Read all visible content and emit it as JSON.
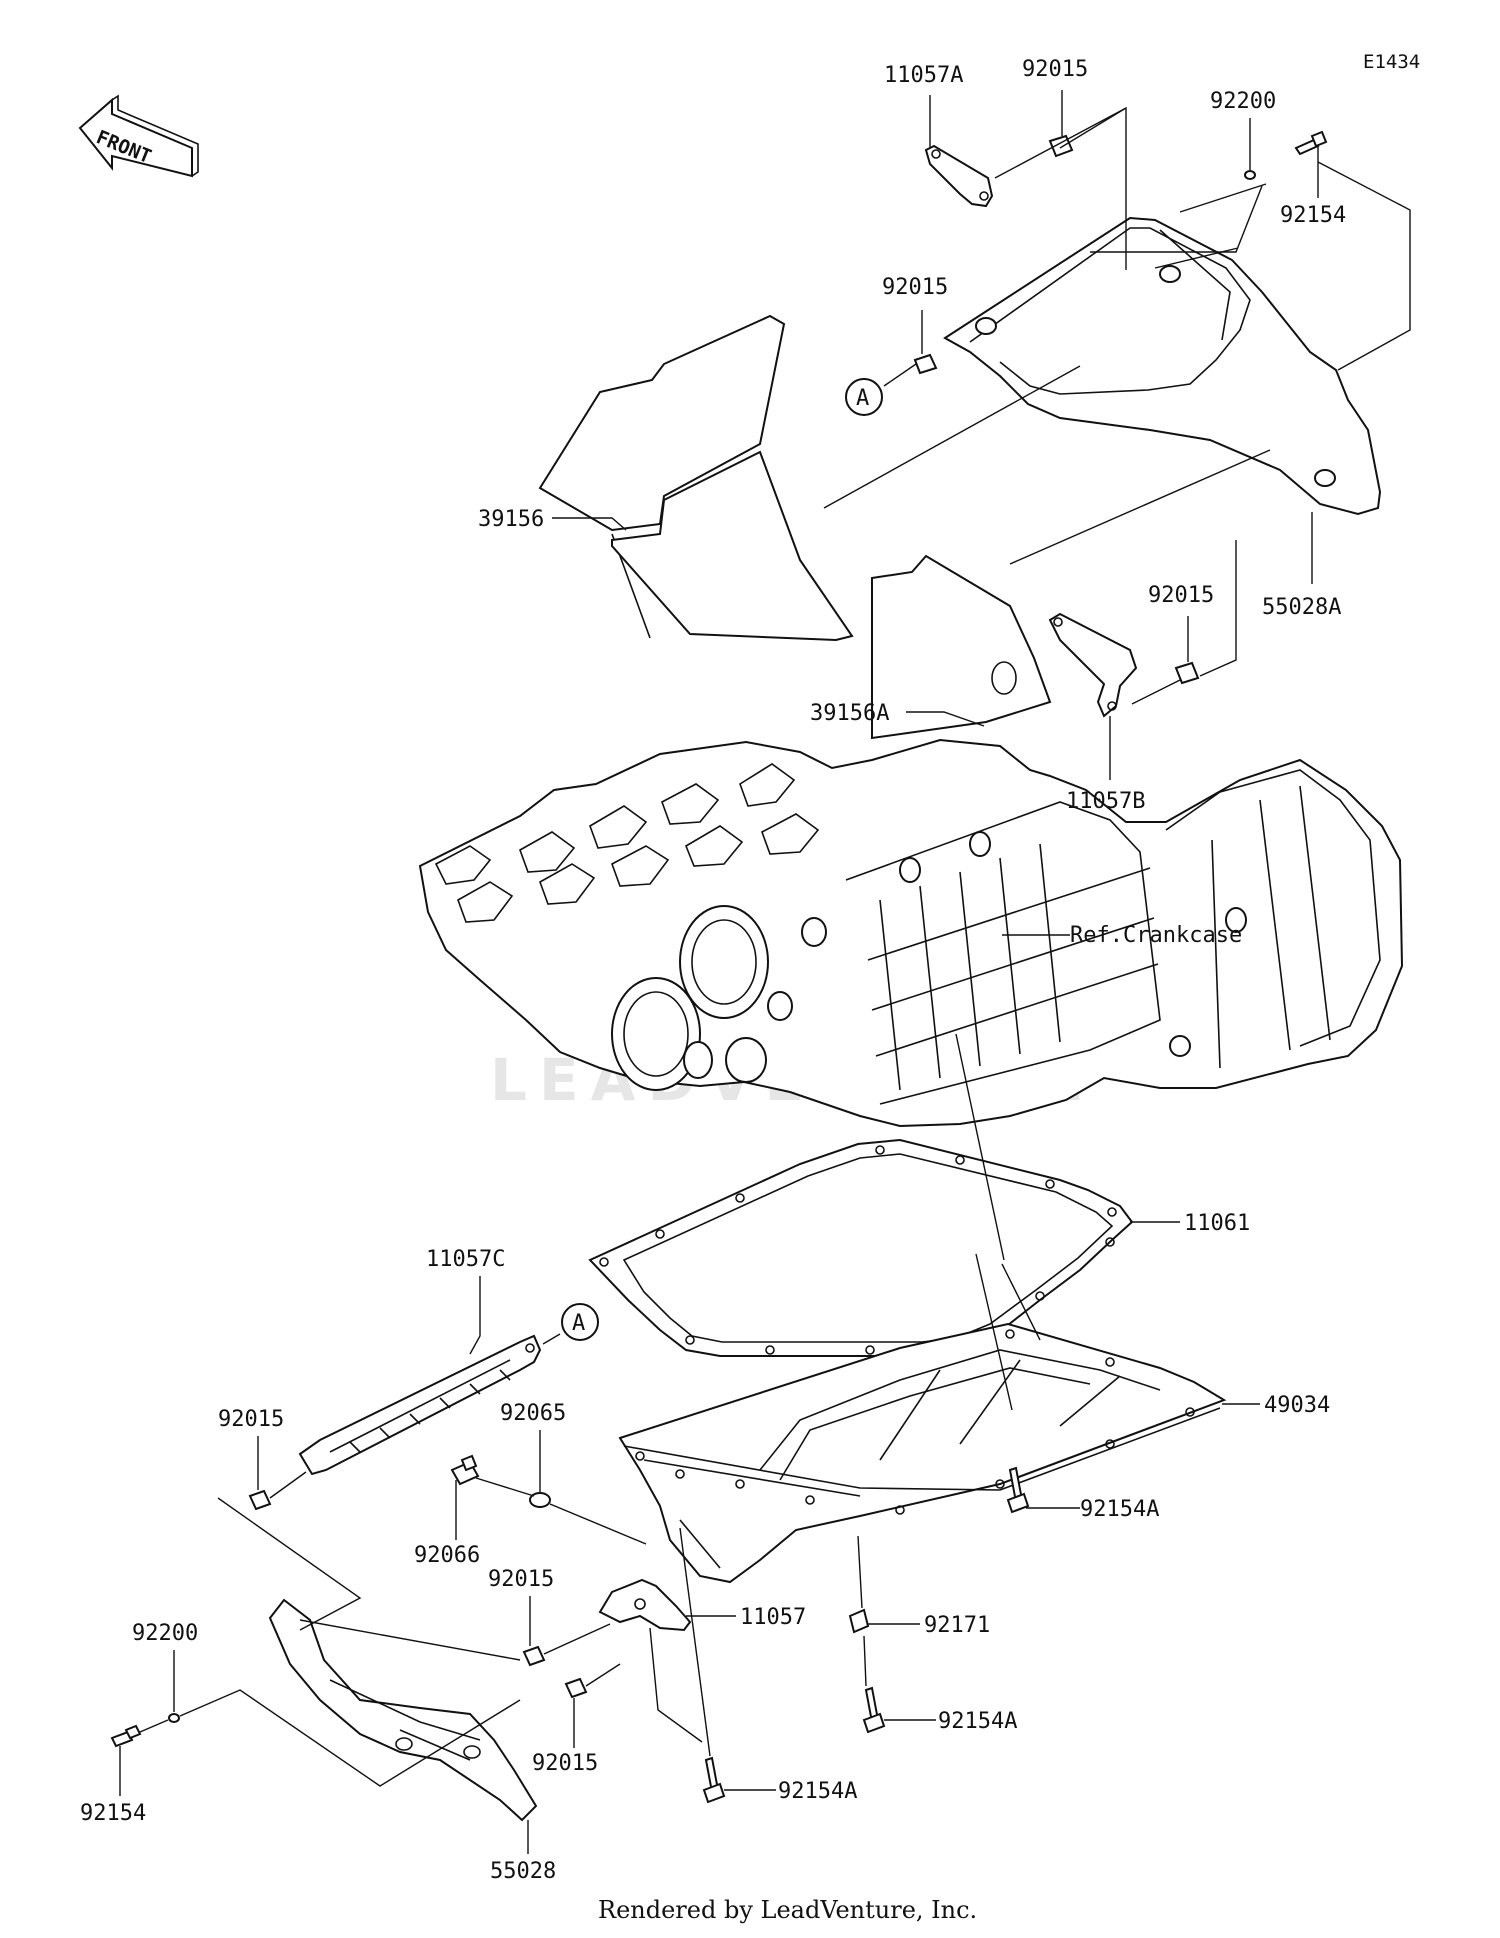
{
  "diagram": {
    "code": "E1434",
    "front_label": "FRONT",
    "watermark": "LEADVENTURE",
    "footer": "Rendered by LeadVenture, Inc.",
    "ref_circle": "A",
    "reference": "Ref.Crankcase",
    "parts": {
      "p11057A": "11057A",
      "p92015_top": "92015",
      "p92200_top": "92200",
      "p92154_top": "92154",
      "p92015_a": "92015",
      "p39156": "39156",
      "p92015_right": "92015",
      "p55028A": "55028A",
      "p39156A": "39156A",
      "p11057B": "11057B",
      "p11061": "11061",
      "p11057C": "11057C",
      "p92015_left": "92015",
      "p92065": "92065",
      "p49034": "49034",
      "p92066": "92066",
      "p92154A_r": "92154A",
      "p92015_mid": "92015",
      "p11057": "11057",
      "p92200_bot": "92200",
      "p92171": "92171",
      "p92154A_m": "92154A",
      "p92015_low": "92015",
      "p92154_bot": "92154",
      "p92154A_b": "92154A",
      "p55028": "55028"
    }
  }
}
